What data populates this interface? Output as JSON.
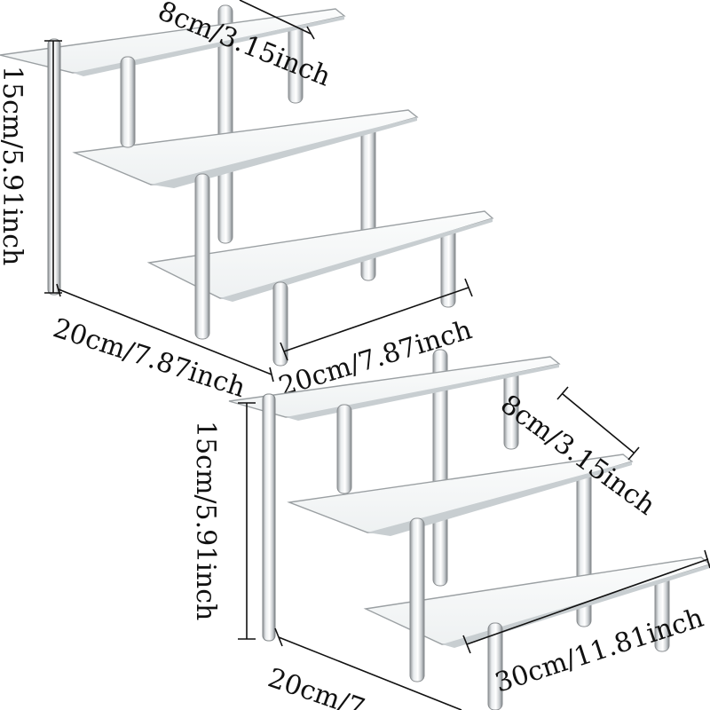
{
  "top_set": {
    "depth_label": "8cm/3.15inch",
    "height_label": "15cm/5.91inch",
    "side_label": "20cm/7.87inch",
    "width_label": "20cm/7.87inch"
  },
  "bottom_set": {
    "depth_label": "8cm/3.15inch",
    "height_label": "15cm/5.91inch",
    "side_label": "20cm/7",
    "width_label": "30cm/11.81inch"
  }
}
